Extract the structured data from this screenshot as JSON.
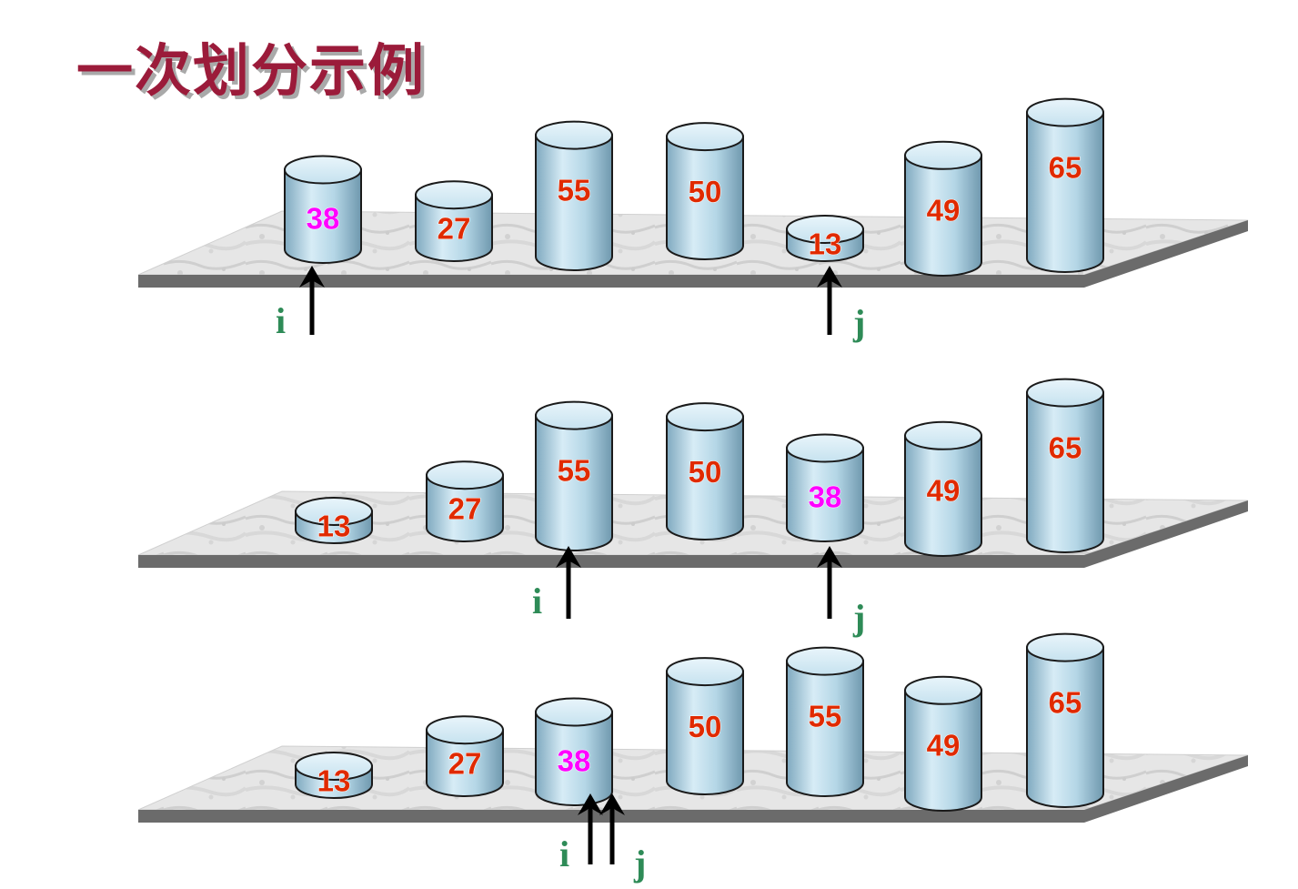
{
  "title": "一次划分示例",
  "colors": {
    "title": "#9b1b3a",
    "value_normal": "#e02a00",
    "value_pivot": "#ff00ff",
    "pointer_label": "#2e8b57",
    "cylinder_fill": "#a9cfe0",
    "arrow": "#000000"
  },
  "rows": [
    {
      "cells": [
        {
          "value": "38",
          "pivot": true
        },
        {
          "value": "27",
          "pivot": false
        },
        {
          "value": "55",
          "pivot": false
        },
        {
          "value": "50",
          "pivot": false
        },
        {
          "value": "13",
          "pivot": false
        },
        {
          "value": "49",
          "pivot": false
        },
        {
          "value": "65",
          "pivot": false
        }
      ],
      "pointers": [
        {
          "label": "i",
          "at": 0
        },
        {
          "label": "j",
          "at": 4
        }
      ]
    },
    {
      "cells": [
        {
          "value": "13",
          "pivot": false
        },
        {
          "value": "27",
          "pivot": false
        },
        {
          "value": "55",
          "pivot": false
        },
        {
          "value": "50",
          "pivot": false
        },
        {
          "value": "38",
          "pivot": true
        },
        {
          "value": "49",
          "pivot": false
        },
        {
          "value": "65",
          "pivot": false
        }
      ],
      "pointers": [
        {
          "label": "i",
          "at": 2
        },
        {
          "label": "j",
          "at": 4
        }
      ]
    },
    {
      "cells": [
        {
          "value": "13",
          "pivot": false
        },
        {
          "value": "27",
          "pivot": false
        },
        {
          "value": "38",
          "pivot": true
        },
        {
          "value": "50",
          "pivot": false
        },
        {
          "value": "55",
          "pivot": false
        },
        {
          "value": "49",
          "pivot": false
        },
        {
          "value": "65",
          "pivot": false
        }
      ],
      "pointers": [
        {
          "label": "i",
          "at": 2
        },
        {
          "label": "j",
          "at": 2
        }
      ]
    }
  ]
}
